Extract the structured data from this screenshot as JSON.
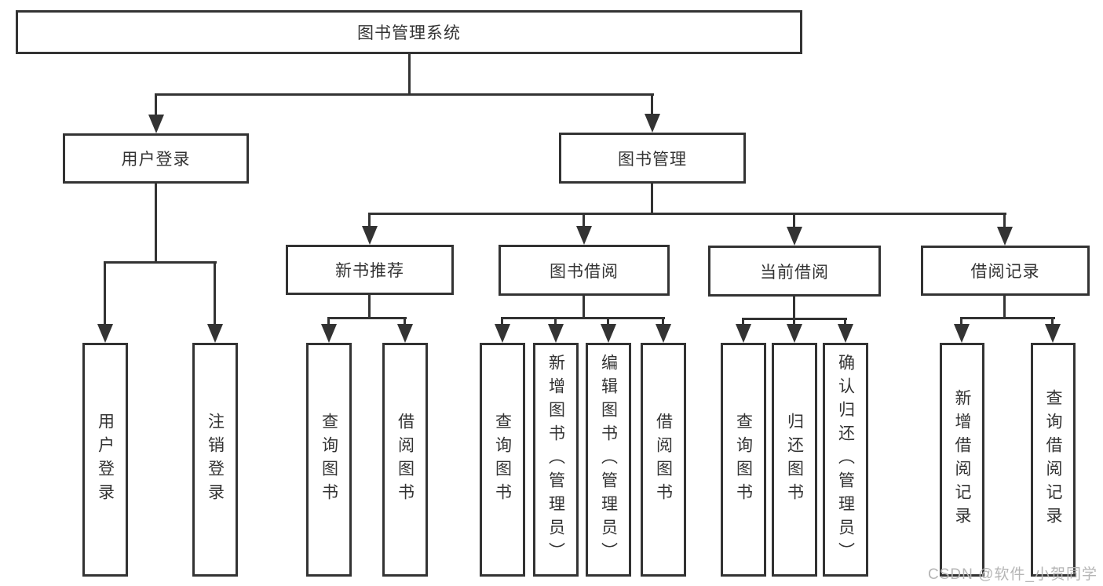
{
  "diagram": {
    "root": "图书管理系统",
    "branches": [
      {
        "label": "用户登录",
        "children": [
          "用户登录",
          "注销登录"
        ]
      },
      {
        "label": "图书管理",
        "groups": [
          {
            "label": "新书推荐",
            "children": [
              "查询图书",
              "借阅图书"
            ]
          },
          {
            "label": "图书借阅",
            "children": [
              "查询图书",
              "新增图书（管理员）",
              "编辑图书（管理员）",
              "借阅图书"
            ]
          },
          {
            "label": "当前借阅",
            "children": [
              "查询图书",
              "归还图书",
              "确认归还（管理员）"
            ]
          },
          {
            "label": "借阅记录",
            "children": [
              "新增借阅记录",
              "查询借阅记录"
            ]
          }
        ]
      }
    ]
  },
  "watermark": "CSDN @软件_小贺同学",
  "colors": {
    "line": "#333333",
    "text": "#333333",
    "watermark": "#b5b5b5",
    "bg": "#ffffff"
  }
}
